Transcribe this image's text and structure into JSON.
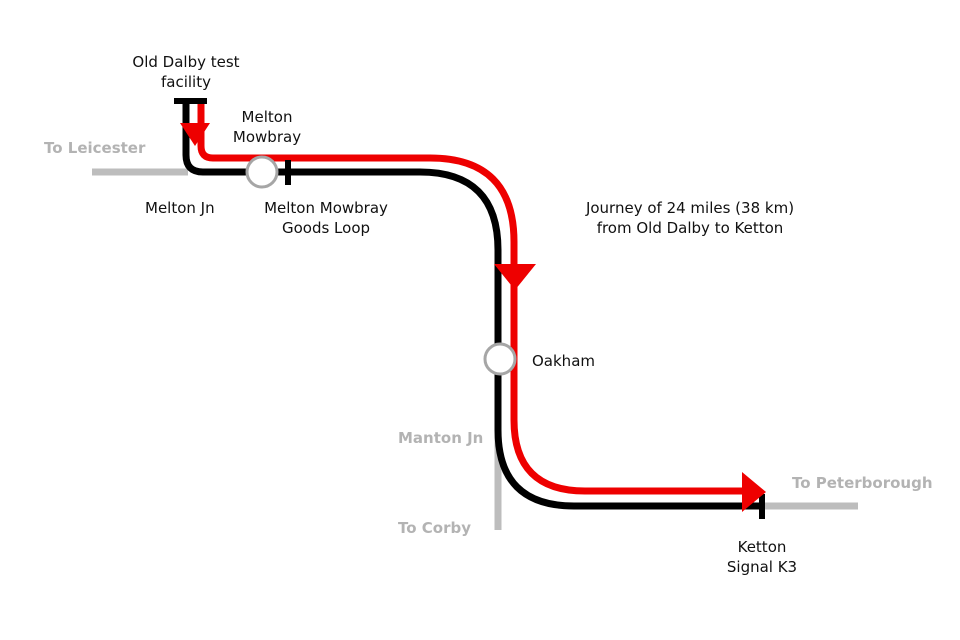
{
  "colors": {
    "route": "#ee0000",
    "track": "#000000",
    "other_lines": "#bdbdbd",
    "station_ring": "#a6a6a6",
    "station_fill": "#ffffff",
    "text_dark": "#111111",
    "text_grey": "#b3b3b3"
  },
  "labels": {
    "old_dalby_1": "Old Dalby test",
    "old_dalby_2": "facility",
    "melton_mowbray_1": "Melton",
    "melton_mowbray_2": "Mowbray",
    "to_leicester": "To Leicester",
    "melton_jn": "Melton Jn",
    "goods_loop_1": "Melton Mowbray",
    "goods_loop_2": "Goods Loop",
    "journey_1": "Journey of 24 miles (38 km)",
    "journey_2": "from Old Dalby to Ketton",
    "oakham": "Oakham",
    "manton_jn": "Manton Jn",
    "to_corby": "To Corby",
    "to_peterborough": "To Peterborough",
    "ketton_1": "Ketton",
    "ketton_2": "Signal K3"
  },
  "icons": {
    "stations": "station-circle-icon",
    "direction": "direction-arrow-icon",
    "buffer": "buffer-stop-icon"
  }
}
